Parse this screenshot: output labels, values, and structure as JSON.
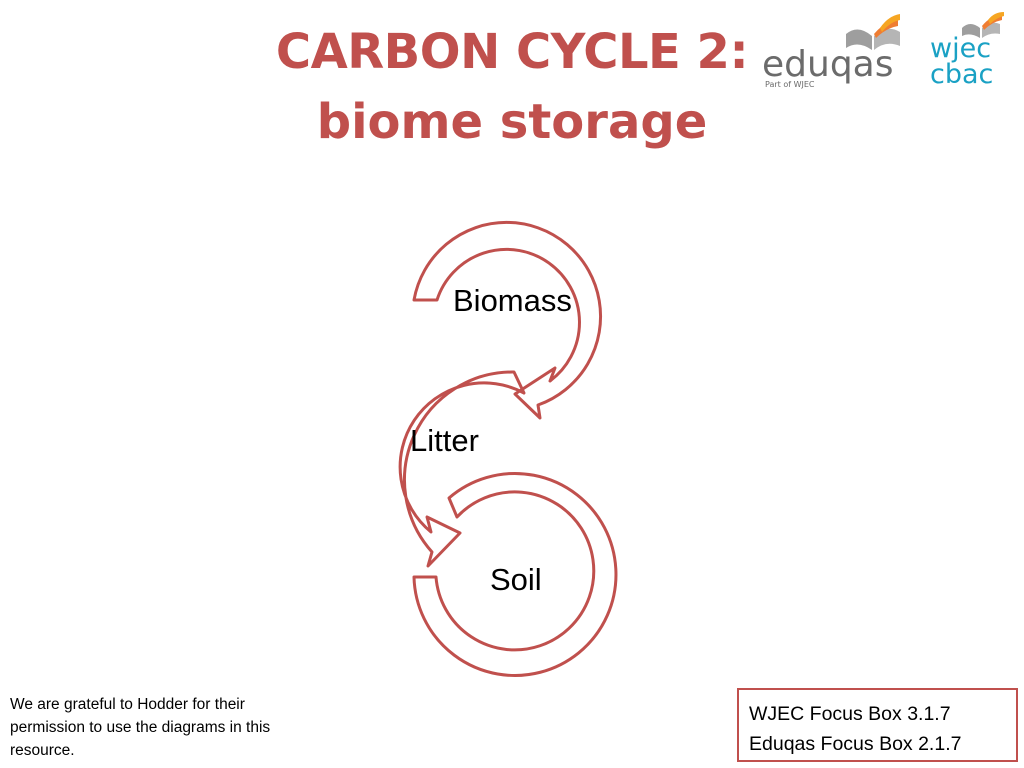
{
  "title": {
    "line1": "CARBON CYCLE 2:",
    "line2": "biome storage",
    "color": "#c0504d"
  },
  "logos": {
    "eduqas": {
      "name": "eduqas",
      "sub": "Part of WJEC"
    },
    "wjec": {
      "line1": "wjec",
      "line2": "cbac"
    }
  },
  "diagram": {
    "stroke_color": "#c0504d",
    "nodes": [
      {
        "label": "Biomass"
      },
      {
        "label": "Litter"
      },
      {
        "label": "Soil"
      }
    ]
  },
  "credit": "We are grateful to Hodder for their permission to use the diagrams in this resource.",
  "focus_box": {
    "line1": "WJEC Focus Box 3.1.7",
    "line2": "Eduqas Focus Box 2.1.7"
  }
}
